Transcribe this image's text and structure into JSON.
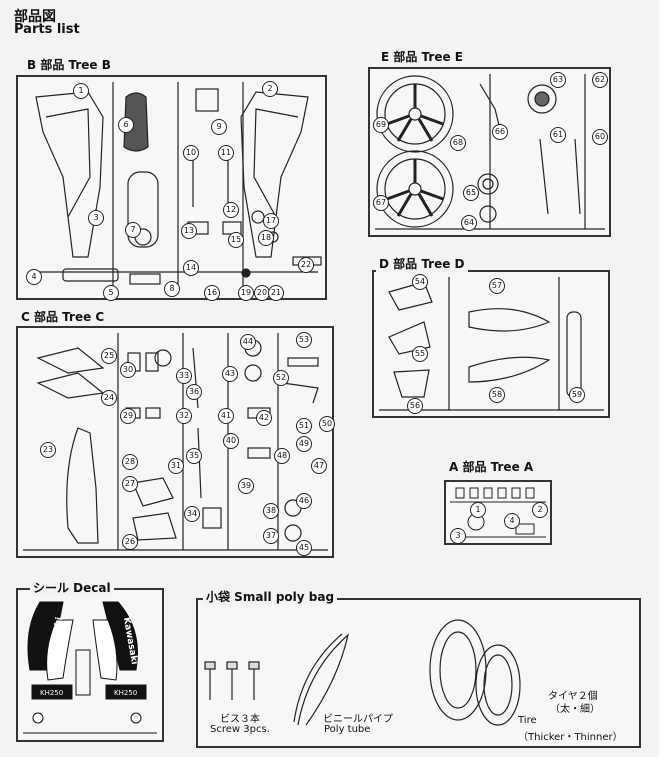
{
  "header": {
    "title_jp": "部品図",
    "title_en": "Parts list"
  },
  "trees": {
    "b": {
      "label": "B 部品 Tree B",
      "parts": [
        "1",
        "2",
        "3",
        "4",
        "5",
        "6",
        "7",
        "8",
        "9",
        "10",
        "11",
        "12",
        "13",
        "14",
        "15",
        "16",
        "17",
        "18",
        "19",
        "20",
        "21",
        "22"
      ]
    },
    "c": {
      "label": "C 部品 Tree C",
      "parts": [
        "23",
        "24",
        "25",
        "26",
        "27",
        "28",
        "29",
        "30",
        "31",
        "32",
        "33",
        "34",
        "35",
        "36",
        "37",
        "38",
        "39",
        "40",
        "41",
        "42",
        "43",
        "44",
        "45",
        "46",
        "47",
        "48",
        "49",
        "50",
        "51",
        "52",
        "53"
      ]
    },
    "d": {
      "label": "D 部品 Tree D",
      "parts": [
        "54",
        "55",
        "56",
        "57",
        "58",
        "59"
      ]
    },
    "e": {
      "label": "E 部品 Tree E",
      "parts": [
        "60",
        "61",
        "62",
        "63",
        "64",
        "65",
        "66",
        "67",
        "68",
        "69"
      ]
    },
    "a": {
      "label": "A 部品 Tree A",
      "parts": [
        "1",
        "2",
        "3",
        "4"
      ]
    }
  },
  "decal": {
    "label": "シール Decal",
    "brand": "Kawasaki",
    "model": "KH250"
  },
  "poly_bag": {
    "label": "小袋 Small poly bag",
    "screw_jp": "ビス３本",
    "screw_en": "Screw 3pcs.",
    "tube_jp": "ビニールパイプ",
    "tube_en": "Poly tube",
    "tire_jp1": "タイヤ２個",
    "tire_jp2": "（太・細）",
    "tire_en1": "Tire",
    "tire_en2": "（Thicker・Thinner）"
  }
}
